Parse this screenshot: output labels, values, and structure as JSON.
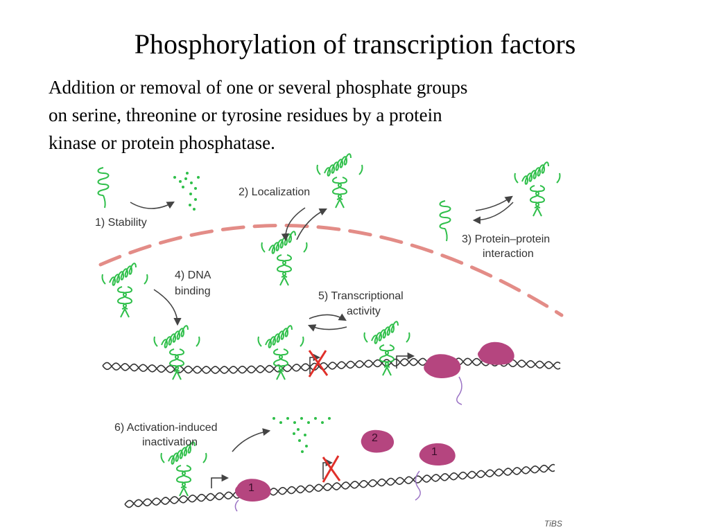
{
  "slide": {
    "title": "Phosphorylation of transcription factors",
    "description_lines": [
      "Addition or removal of one or several phosphate groups",
      "on serine, threonine or tyrosine residues by a protein",
      "kinase or protein phosphatase."
    ]
  },
  "diagram": {
    "labels": {
      "stability": "1) Stability",
      "localization": "2) Localization",
      "ppi_1": "3) Protein–protein",
      "ppi_2": "interaction",
      "dna_1": "4) DNA",
      "dna_2": "binding",
      "trans_1": "5) Transcriptional",
      "trans_2": "activity",
      "act_1": "6) Activation-induced",
      "act_2": "inactivation"
    },
    "polymerase_numbers": [
      "2",
      "1",
      "1"
    ],
    "credit": "TiBS"
  },
  "colors": {
    "protein": "#2fbf4a",
    "membrane": "#e38c87",
    "polymerase": "#b5457f",
    "dna": "#333333",
    "inhibit": "#e0302a",
    "arrow": "#444444"
  }
}
